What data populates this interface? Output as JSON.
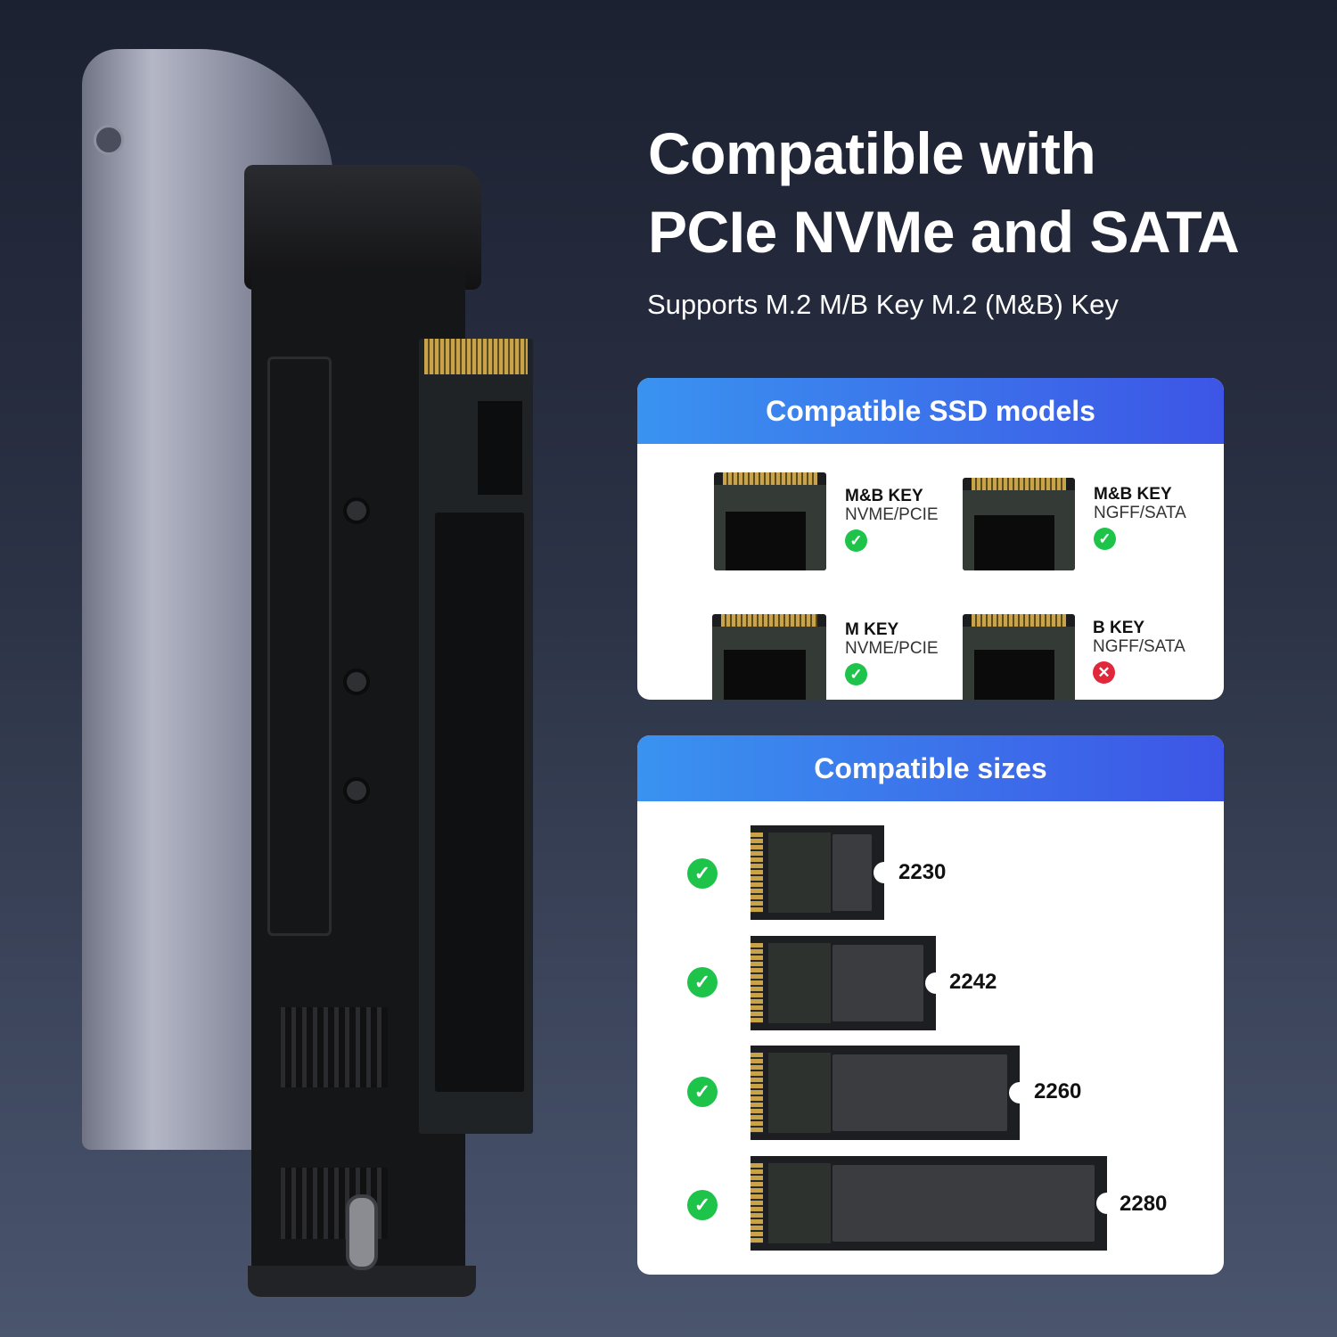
{
  "heading": {
    "line1": "Compatible with",
    "line2": "PCIe NVMe and SATA",
    "subtitle": "Supports M.2 M/B Key M.2 (M&B) Key"
  },
  "models_panel": {
    "title": "Compatible SSD models",
    "items": [
      {
        "key": "M&B KEY",
        "type": "NVME/PCIE",
        "status": "supported"
      },
      {
        "key": "M&B KEY",
        "type": "NGFF/SATA",
        "status": "supported"
      },
      {
        "key": "M KEY",
        "type": "NVME/PCIE",
        "status": "supported"
      },
      {
        "key": "B KEY",
        "type": "NGFF/SATA",
        "status": "not-supported"
      }
    ]
  },
  "sizes_panel": {
    "title": "Compatible sizes",
    "items": [
      {
        "size": "2230",
        "status": "supported"
      },
      {
        "size": "2242",
        "status": "supported"
      },
      {
        "size": "2260",
        "status": "supported"
      },
      {
        "size": "2280",
        "status": "supported"
      }
    ]
  },
  "colors": {
    "header_start": "#3a93f0",
    "header_end": "#3d55e6",
    "check": "#1ec34a",
    "cross": "#e3273a"
  },
  "icons": {
    "supported": "check-circle-icon",
    "not_supported": "x-circle-icon"
  }
}
